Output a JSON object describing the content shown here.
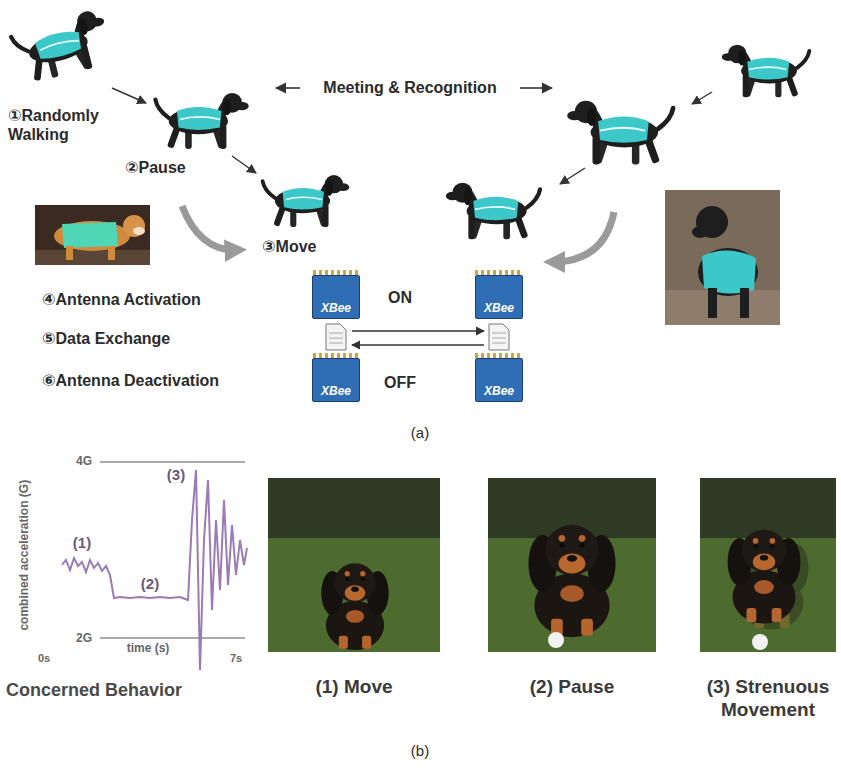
{
  "diagram": {
    "nodes": [
      {
        "text": [
          "XBee"
        ]
      },
      {
        "text": [
          "XBee"
        ]
      },
      {
        "text": [
          "XBee"
        ]
      },
      {
        "text": [
          "XBee"
        ]
      }
    ],
    "labels": [
      "Meeting & Recognition",
      "①Randomly Walking",
      "②Pause",
      "③Move",
      "④Antenna Activation",
      "ON",
      "⑤Data Exchange",
      "⑥Antenna Deactivation",
      "OFF",
      "(a)",
      "4G",
      "2G",
      "combined acceleration (G)",
      "(1)",
      "(2)",
      "(3)",
      "0s",
      "time (s)",
      "7s",
      "Concerned Behavior",
      "(1) Move",
      "(2) Pause",
      "(3) Strenuous Movement",
      "(b)"
    ]
  }
}
